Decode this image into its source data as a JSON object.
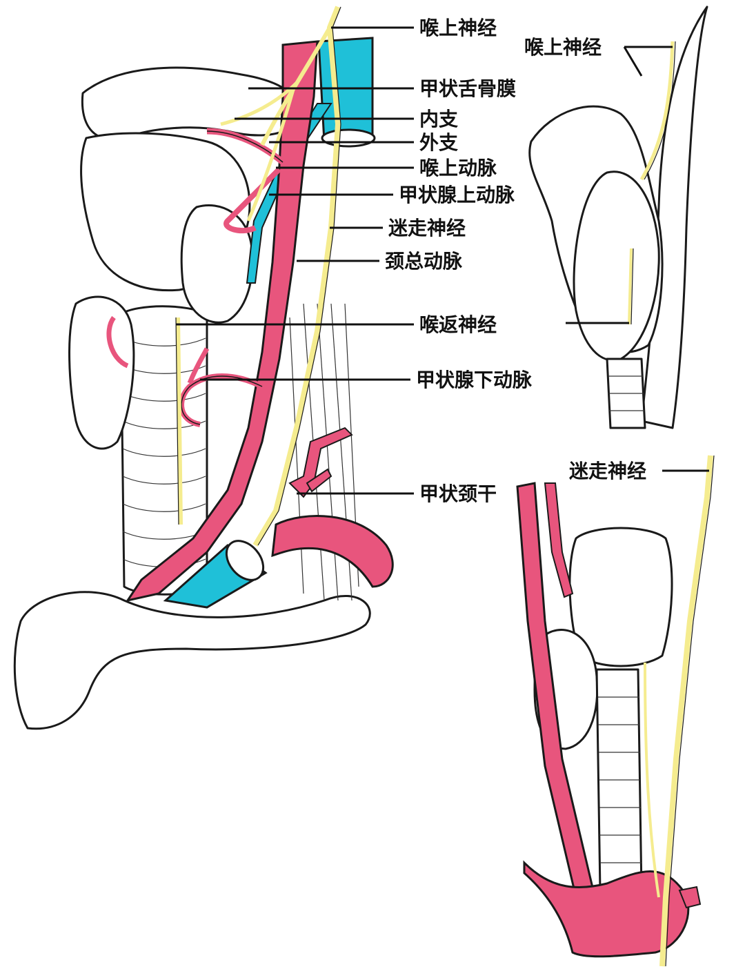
{
  "colors": {
    "artery": "#e8557d",
    "vein": "#1fc0d8",
    "nerve": "#f5ec8f",
    "outline": "#1a1a1a",
    "label": "#111111"
  },
  "main_view": {
    "labels": {
      "superior_laryngeal_nerve": "喉上神经",
      "thyrohyoid_membrane": "甲状舌骨膜",
      "internal_branch": "内支",
      "external_branch": "外支",
      "superior_laryngeal_artery": "喉上动脉",
      "superior_thyroid_artery": "甲状腺上动脉",
      "vagus_nerve": "迷走神经",
      "common_carotid_artery": "颈总动脉",
      "recurrent_laryngeal_nerve": "喉返神经",
      "inferior_thyroid_artery": "甲状腺下动脉",
      "thyrocervical_trunk": "甲状颈干"
    }
  },
  "upper_right_view": {
    "labels": {
      "superior_laryngeal_nerve": "喉上神经"
    }
  },
  "lower_right_view": {
    "labels": {
      "vagus_nerve": "迷走神经"
    }
  }
}
